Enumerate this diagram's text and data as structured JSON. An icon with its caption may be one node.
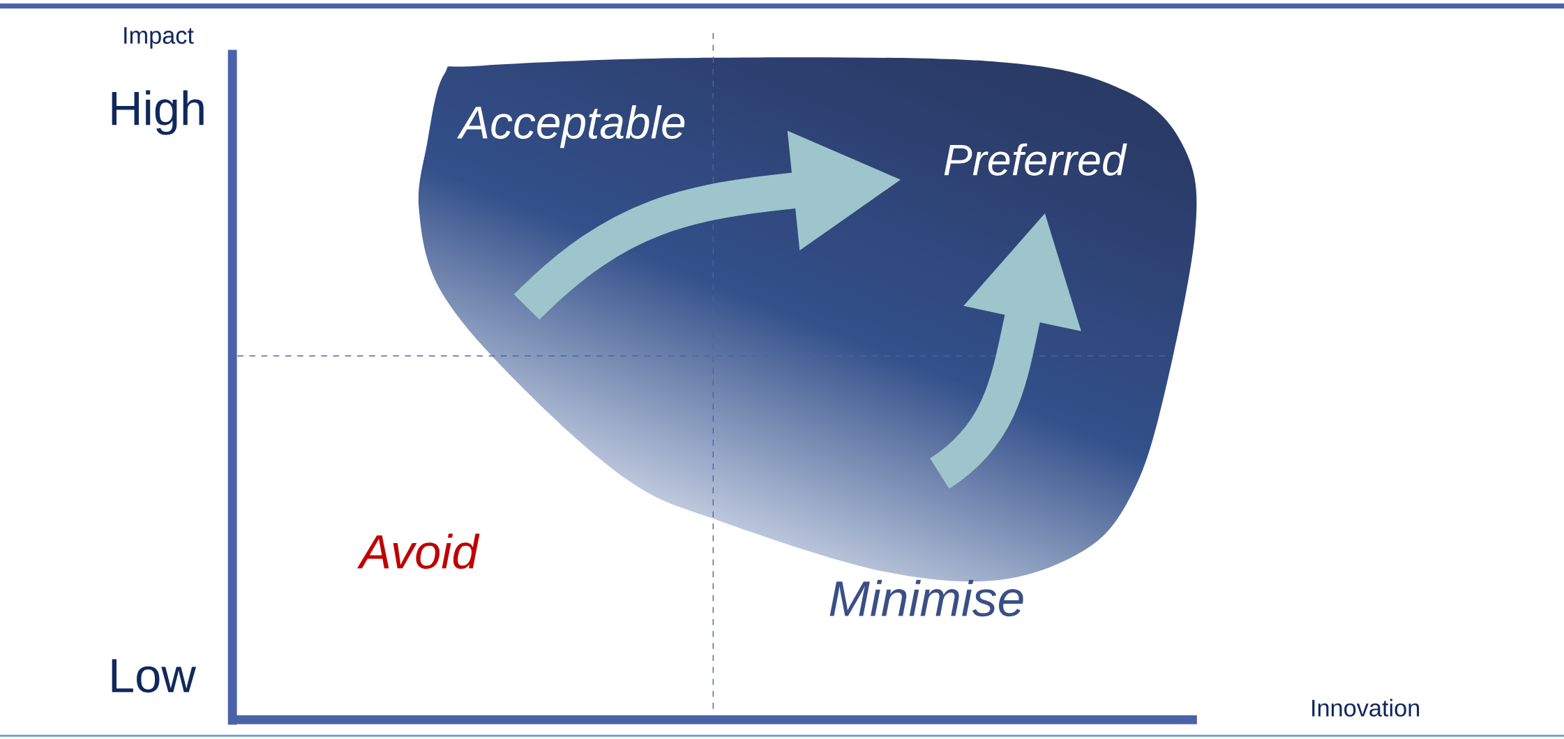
{
  "diagram": {
    "labels": [
      "Impact",
      "High",
      "Acceptable",
      "Preferred",
      "Avoid",
      "Minimise",
      "Low",
      "Innovation"
    ]
  }
}
